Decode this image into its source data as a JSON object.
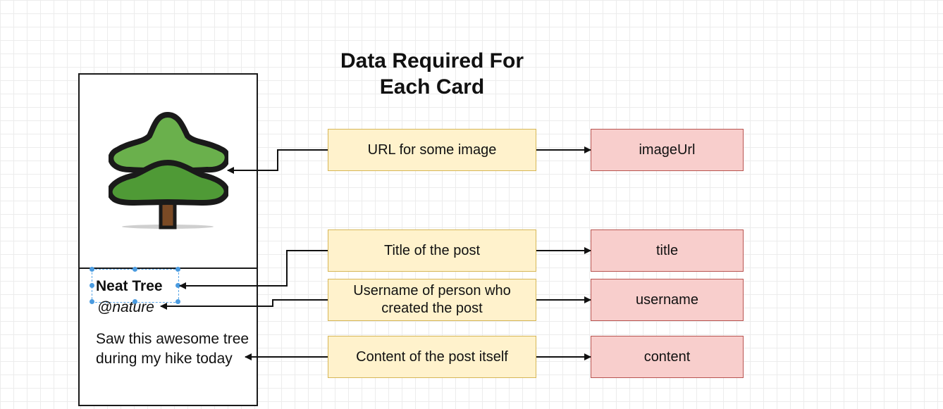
{
  "title": "Data Required For Each Card",
  "card": {
    "title": "Neat Tree",
    "username": "@nature",
    "content": "Saw this awesome tree during my hike today"
  },
  "descriptions": [
    "URL for some image",
    "Title of the post",
    "Username of person who created the post",
    "Content of the post itself"
  ],
  "fields": [
    "imageUrl",
    "title",
    "username",
    "content"
  ],
  "colors": {
    "description_fill": "#fff2cc",
    "description_border": "#d6b656",
    "field_fill": "#f8cecc",
    "field_border": "#b85450"
  }
}
